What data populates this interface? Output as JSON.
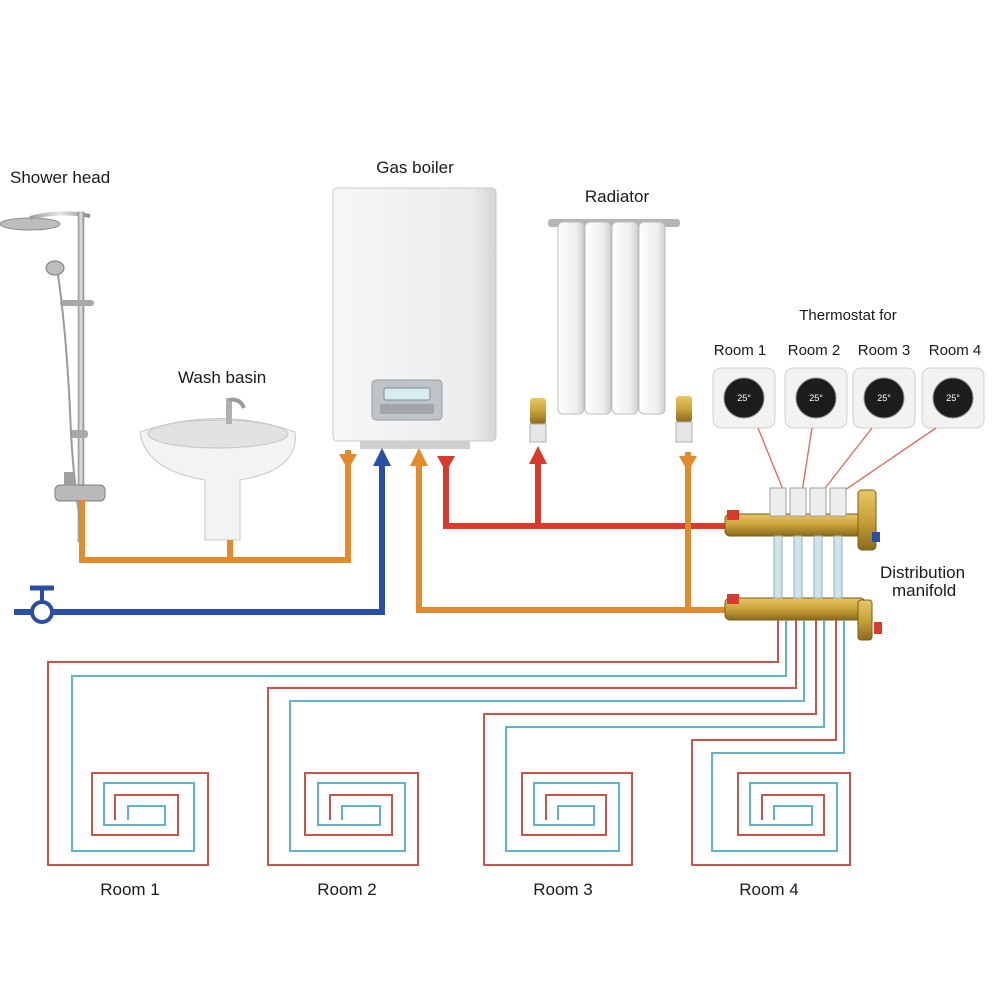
{
  "labels": {
    "shower_head": "Shower head",
    "gas_boiler": "Gas boiler",
    "radiator": "Radiator",
    "wash_basin": "Wash basin",
    "thermostat_for": "Thermostat for",
    "thermostat_rooms": [
      "Room 1",
      "Room 2",
      "Room 3",
      "Room 4"
    ],
    "distribution": "Distribution",
    "manifold": "manifold",
    "floor_rooms": [
      "Room 1",
      "Room 2",
      "Room 3",
      "Room 4"
    ]
  },
  "thermostat_display": "25°",
  "colors": {
    "hot_pipe": "#d93a2b",
    "warm_pipe": "#e38a2c",
    "cold_pipe": "#2a4ea3",
    "loop_supply": "#c9544a",
    "loop_return": "#5fb4c8",
    "brass": "#c9a23a"
  }
}
